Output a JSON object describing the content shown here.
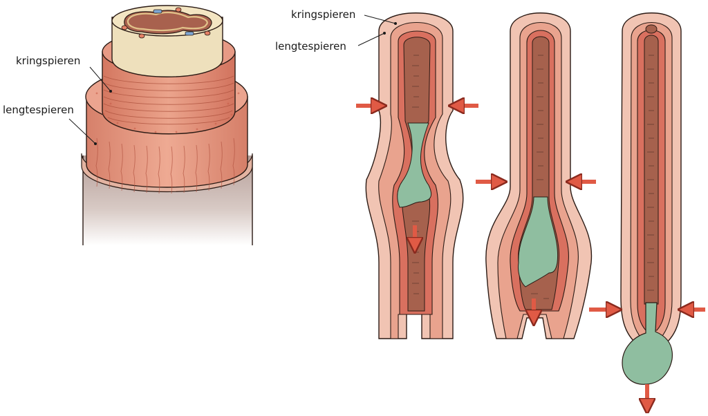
{
  "labels": {
    "left_circular": "kringspieren",
    "left_longitudinal": "lengtespieren",
    "right_circular": "kringspieren",
    "right_longitudinal": "lengtespieren"
  },
  "colors": {
    "outer_skin": "#f1c4b3",
    "longitudinal_muscle": "#e9a38e",
    "circular_muscle": "#d9705f",
    "lumen": "#a6614d",
    "food_bolus": "#8fbea0",
    "arrow": "#e05a45",
    "cross_section_core": "#ede0bb",
    "gut_tube": "#c9b3ac",
    "outline": "#2a1a14"
  }
}
